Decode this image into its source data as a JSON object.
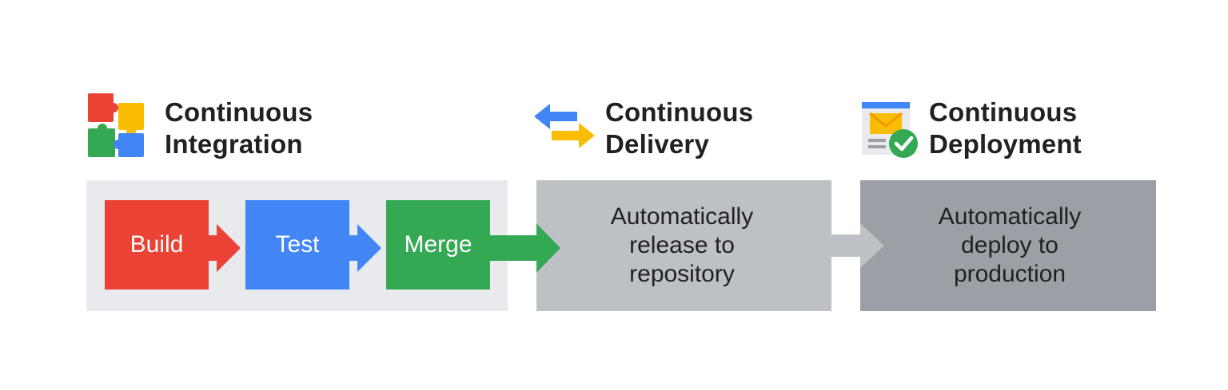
{
  "stages": [
    {
      "title_lines": [
        "Continuous",
        "Integration"
      ],
      "icon": "puzzle-icon"
    },
    {
      "title_lines": [
        "Continuous",
        "Delivery"
      ],
      "icon": "swap-arrows-icon"
    },
    {
      "title_lines": [
        "Continuous",
        "Deployment"
      ],
      "icon": "document-check-icon"
    }
  ],
  "ci_steps": [
    {
      "label": "Build",
      "color": "#ea4335"
    },
    {
      "label": "Test",
      "color": "#4285f4"
    },
    {
      "label": "Merge",
      "color": "#34a853"
    }
  ],
  "delivery_text": [
    "Automatically",
    "release to",
    "repository"
  ],
  "deployment_text": [
    "Automatically",
    "deploy to",
    "production"
  ],
  "colors": {
    "ci_panel": "#e8eaed",
    "delivery_panel": "#bdc1c6",
    "deployment_panel": "#9aa0a6",
    "google_red": "#ea4335",
    "google_blue": "#4285f4",
    "google_yellow": "#fbbc04",
    "google_green": "#34a853",
    "text": "#202124"
  }
}
